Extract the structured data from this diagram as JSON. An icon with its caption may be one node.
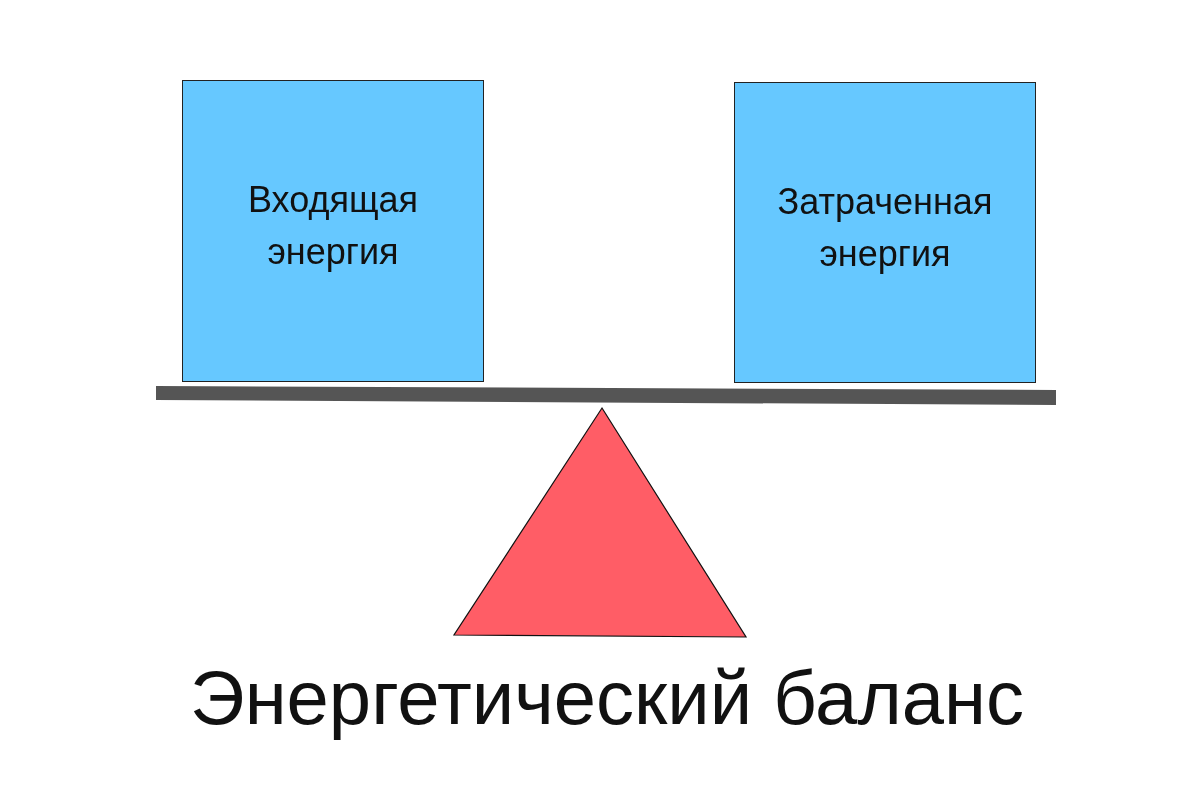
{
  "diagram": {
    "title": "Энергетический баланс",
    "nodes": [
      {
        "text": [
          "Входящая энергия"
        ]
      },
      {
        "text": [
          "Затраченная энергия"
        ]
      },
      {
        "text": [],
        "shape": "bar"
      },
      {
        "text": [],
        "shape": "triangle"
      }
    ]
  }
}
